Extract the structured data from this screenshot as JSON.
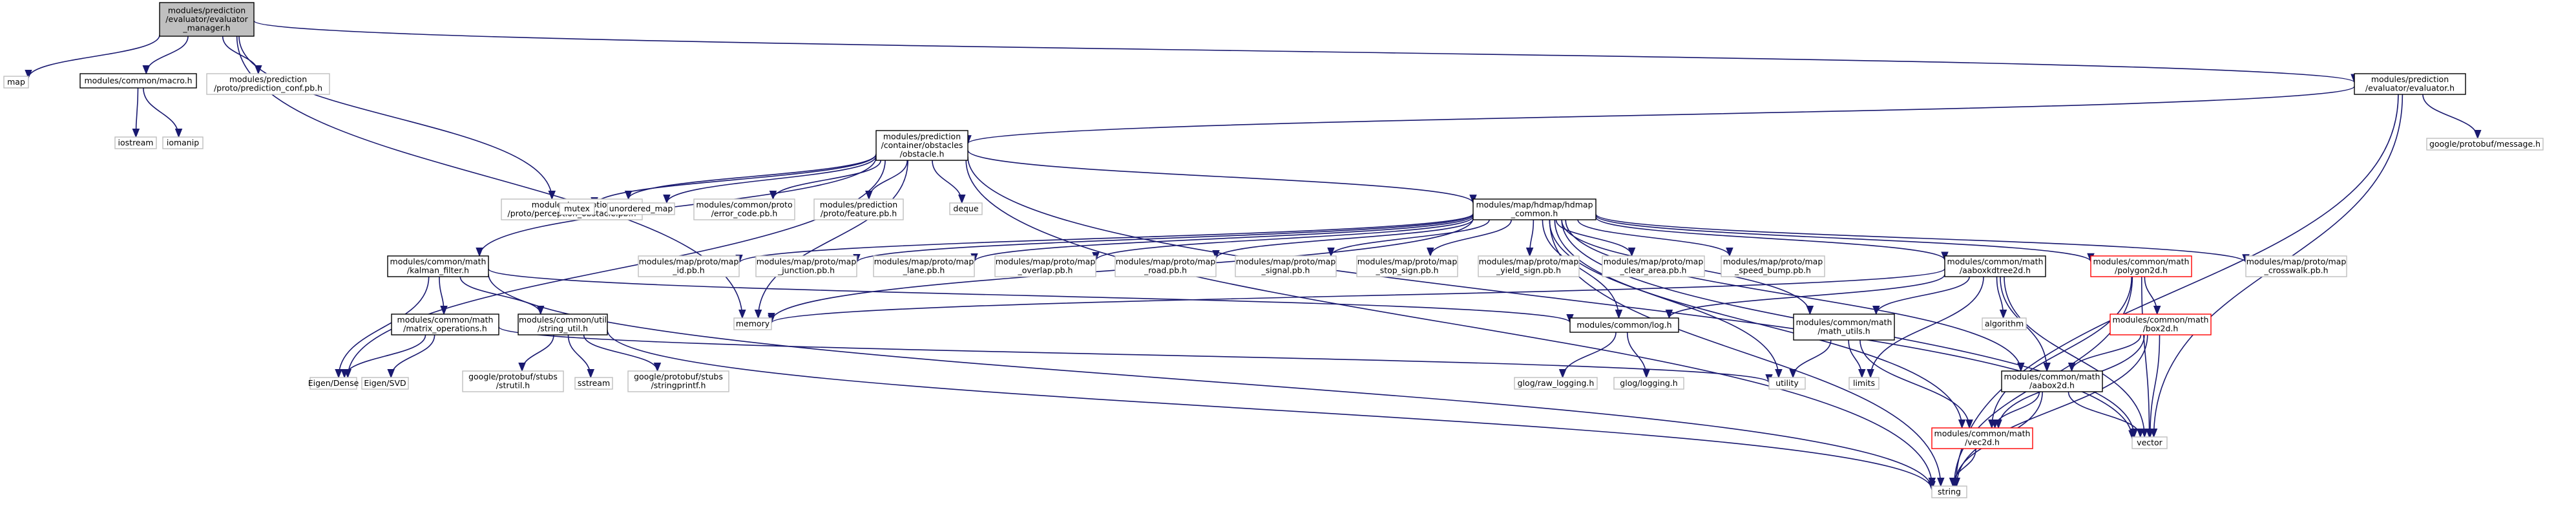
{
  "diagram": {
    "colors": {
      "root_fill": "#bfbfbf",
      "root_border": "#000000",
      "documented_border": "#000000",
      "undocumented_border": "#bfbfbf",
      "truncated_border": "#ff0000",
      "edge": "#191970",
      "text": "#000000"
    },
    "nodes": [
      {
        "id": "root",
        "kind": "root",
        "lines": [
          "modules/prediction",
          "/evaluator/evaluator",
          "_manager.h"
        ]
      },
      {
        "id": "map",
        "kind": "undocumented",
        "lines": [
          "map"
        ]
      },
      {
        "id": "macro",
        "kind": "documented",
        "lines": [
          "modules/common/macro.h"
        ]
      },
      {
        "id": "prediction_conf",
        "kind": "undocumented",
        "lines": [
          "modules/prediction",
          "/proto/prediction_conf.pb.h"
        ]
      },
      {
        "id": "evaluator",
        "kind": "documented",
        "lines": [
          "modules/prediction",
          "/evaluator/evaluator.h"
        ]
      },
      {
        "id": "iostream",
        "kind": "undocumented",
        "lines": [
          "iostream"
        ]
      },
      {
        "id": "iomanip",
        "kind": "undocumented",
        "lines": [
          "iomanip"
        ]
      },
      {
        "id": "obstacle",
        "kind": "documented",
        "lines": [
          "modules/prediction",
          "/container/obstacles",
          "/obstacle.h"
        ]
      },
      {
        "id": "message",
        "kind": "undocumented",
        "lines": [
          "google/protobuf/message.h"
        ]
      },
      {
        "id": "perception_obstacle",
        "kind": "undocumented",
        "lines": [
          "modules/perception",
          "/proto/perception_obstacle.pb.h"
        ]
      },
      {
        "id": "mutex",
        "kind": "undocumented",
        "lines": [
          "mutex"
        ]
      },
      {
        "id": "unordered_map",
        "kind": "undocumented",
        "lines": [
          "unordered_map"
        ]
      },
      {
        "id": "error_code",
        "kind": "undocumented",
        "lines": [
          "modules/common/proto",
          "/error_code.pb.h"
        ]
      },
      {
        "id": "feature",
        "kind": "undocumented",
        "lines": [
          "modules/prediction",
          "/proto/feature.pb.h"
        ]
      },
      {
        "id": "deque",
        "kind": "undocumented",
        "lines": [
          "deque"
        ]
      },
      {
        "id": "hdmap_common",
        "kind": "documented",
        "lines": [
          "modules/map/hdmap/hdmap",
          "_common.h"
        ]
      },
      {
        "id": "kalman",
        "kind": "documented",
        "lines": [
          "modules/common/math",
          "/kalman_filter.h"
        ]
      },
      {
        "id": "map_id",
        "kind": "undocumented",
        "lines": [
          "modules/map/proto/map",
          "_id.pb.h"
        ]
      },
      {
        "id": "map_junction",
        "kind": "undocumented",
        "lines": [
          "modules/map/proto/map",
          "_junction.pb.h"
        ]
      },
      {
        "id": "map_lane",
        "kind": "undocumented",
        "lines": [
          "modules/map/proto/map",
          "_lane.pb.h"
        ]
      },
      {
        "id": "map_overlap",
        "kind": "undocumented",
        "lines": [
          "modules/map/proto/map",
          "_overlap.pb.h"
        ]
      },
      {
        "id": "map_road",
        "kind": "undocumented",
        "lines": [
          "modules/map/proto/map",
          "_road.pb.h"
        ]
      },
      {
        "id": "map_signal",
        "kind": "undocumented",
        "lines": [
          "modules/map/proto/map",
          "_signal.pb.h"
        ]
      },
      {
        "id": "map_stop_sign",
        "kind": "undocumented",
        "lines": [
          "modules/map/proto/map",
          "_stop_sign.pb.h"
        ]
      },
      {
        "id": "map_yield_sign",
        "kind": "undocumented",
        "lines": [
          "modules/map/proto/map",
          "_yield_sign.pb.h"
        ]
      },
      {
        "id": "map_clear_area",
        "kind": "undocumented",
        "lines": [
          "modules/map/proto/map",
          "_clear_area.pb.h"
        ]
      },
      {
        "id": "map_speed_bump",
        "kind": "undocumented",
        "lines": [
          "modules/map/proto/map",
          "_speed_bump.pb.h"
        ]
      },
      {
        "id": "aaboxkdtree",
        "kind": "documented",
        "lines": [
          "modules/common/math",
          "/aaboxkdtree2d.h"
        ]
      },
      {
        "id": "polygon2d",
        "kind": "truncated",
        "lines": [
          "modules/common/math",
          "/polygon2d.h"
        ]
      },
      {
        "id": "map_crosswalk",
        "kind": "undocumented",
        "lines": [
          "modules/map/proto/map",
          "_crosswalk.pb.h"
        ]
      },
      {
        "id": "matrix_ops",
        "kind": "documented",
        "lines": [
          "modules/common/math",
          "/matrix_operations.h"
        ]
      },
      {
        "id": "string_util",
        "kind": "documented",
        "lines": [
          "modules/common/util",
          "/string_util.h"
        ]
      },
      {
        "id": "memory",
        "kind": "undocumented",
        "lines": [
          "memory"
        ]
      },
      {
        "id": "log",
        "kind": "documented",
        "lines": [
          "modules/common/log.h"
        ]
      },
      {
        "id": "math_utils",
        "kind": "documented",
        "lines": [
          "modules/common/math",
          "/math_utils.h"
        ]
      },
      {
        "id": "algorithm",
        "kind": "undocumented",
        "lines": [
          "algorithm"
        ]
      },
      {
        "id": "box2d",
        "kind": "truncated",
        "lines": [
          "modules/common/math",
          "/box2d.h"
        ]
      },
      {
        "id": "eigen_dense",
        "kind": "undocumented",
        "lines": [
          "Eigen/Dense"
        ]
      },
      {
        "id": "eigen_svd",
        "kind": "undocumented",
        "lines": [
          "Eigen/SVD"
        ]
      },
      {
        "id": "strutil",
        "kind": "undocumented",
        "lines": [
          "google/protobuf/stubs",
          "/strutil.h"
        ]
      },
      {
        "id": "sstream",
        "kind": "undocumented",
        "lines": [
          "sstream"
        ]
      },
      {
        "id": "stringprintf",
        "kind": "undocumented",
        "lines": [
          "google/protobuf/stubs",
          "/stringprintf.h"
        ]
      },
      {
        "id": "raw_logging",
        "kind": "undocumented",
        "lines": [
          "glog/raw_logging.h"
        ]
      },
      {
        "id": "glog_logging",
        "kind": "undocumented",
        "lines": [
          "glog/logging.h"
        ]
      },
      {
        "id": "utility",
        "kind": "undocumented",
        "lines": [
          "utility"
        ]
      },
      {
        "id": "limits",
        "kind": "undocumented",
        "lines": [
          "limits"
        ]
      },
      {
        "id": "aabox2d",
        "kind": "documented",
        "lines": [
          "modules/common/math",
          "/aabox2d.h"
        ]
      },
      {
        "id": "vector",
        "kind": "undocumented",
        "lines": [
          "vector"
        ]
      },
      {
        "id": "vec2d",
        "kind": "truncated",
        "lines": [
          "modules/common/math",
          "/vec2d.h"
        ]
      },
      {
        "id": "string",
        "kind": "undocumented",
        "lines": [
          "string"
        ]
      }
    ],
    "edges": [
      [
        "root",
        "map"
      ],
      [
        "root",
        "macro"
      ],
      [
        "root",
        "prediction_conf"
      ],
      [
        "root",
        "evaluator"
      ],
      [
        "root",
        "perception_obstacle"
      ],
      [
        "root",
        "memory"
      ],
      [
        "macro",
        "iostream"
      ],
      [
        "macro",
        "iomanip"
      ],
      [
        "evaluator",
        "obstacle"
      ],
      [
        "evaluator",
        "message"
      ],
      [
        "evaluator",
        "vector"
      ],
      [
        "evaluator",
        "string"
      ],
      [
        "obstacle",
        "perception_obstacle"
      ],
      [
        "obstacle",
        "mutex"
      ],
      [
        "obstacle",
        "unordered_map"
      ],
      [
        "obstacle",
        "error_code"
      ],
      [
        "obstacle",
        "feature"
      ],
      [
        "obstacle",
        "deque"
      ],
      [
        "obstacle",
        "hdmap_common"
      ],
      [
        "obstacle",
        "kalman"
      ],
      [
        "obstacle",
        "memory"
      ],
      [
        "obstacle",
        "eigen_dense"
      ],
      [
        "obstacle",
        "vector"
      ],
      [
        "obstacle",
        "string"
      ],
      [
        "hdmap_common",
        "map_id"
      ],
      [
        "hdmap_common",
        "map_junction"
      ],
      [
        "hdmap_common",
        "map_lane"
      ],
      [
        "hdmap_common",
        "map_overlap"
      ],
      [
        "hdmap_common",
        "map_road"
      ],
      [
        "hdmap_common",
        "map_signal"
      ],
      [
        "hdmap_common",
        "map_stop_sign"
      ],
      [
        "hdmap_common",
        "map_yield_sign"
      ],
      [
        "hdmap_common",
        "map_clear_area"
      ],
      [
        "hdmap_common",
        "map_speed_bump"
      ],
      [
        "hdmap_common",
        "aaboxkdtree"
      ],
      [
        "hdmap_common",
        "polygon2d"
      ],
      [
        "hdmap_common",
        "map_crosswalk"
      ],
      [
        "hdmap_common",
        "memory"
      ],
      [
        "hdmap_common",
        "log"
      ],
      [
        "hdmap_common",
        "math_utils"
      ],
      [
        "hdmap_common",
        "utility"
      ],
      [
        "hdmap_common",
        "aabox2d"
      ],
      [
        "hdmap_common",
        "vec2d"
      ],
      [
        "hdmap_common",
        "string"
      ],
      [
        "hdmap_common",
        "vector"
      ],
      [
        "kalman",
        "matrix_ops"
      ],
      [
        "kalman",
        "string_util"
      ],
      [
        "kalman",
        "eigen_dense"
      ],
      [
        "kalman",
        "log"
      ],
      [
        "kalman",
        "string"
      ],
      [
        "matrix_ops",
        "eigen_dense"
      ],
      [
        "matrix_ops",
        "eigen_svd"
      ],
      [
        "matrix_ops",
        "utility"
      ],
      [
        "string_util",
        "strutil"
      ],
      [
        "string_util",
        "sstream"
      ],
      [
        "string_util",
        "stringprintf"
      ],
      [
        "string_util",
        "string"
      ],
      [
        "log",
        "raw_logging"
      ],
      [
        "log",
        "glog_logging"
      ],
      [
        "aaboxkdtree",
        "memory"
      ],
      [
        "aaboxkdtree",
        "algorithm"
      ],
      [
        "aaboxkdtree",
        "limits"
      ],
      [
        "aaboxkdtree",
        "math_utils"
      ],
      [
        "aaboxkdtree",
        "aabox2d"
      ],
      [
        "aaboxkdtree",
        "log"
      ],
      [
        "aaboxkdtree",
        "vector"
      ],
      [
        "math_utils",
        "utility"
      ],
      [
        "math_utils",
        "limits"
      ],
      [
        "math_utils",
        "vec2d"
      ],
      [
        "polygon2d",
        "box2d"
      ],
      [
        "polygon2d",
        "vec2d"
      ],
      [
        "polygon2d",
        "vector"
      ],
      [
        "polygon2d",
        "string"
      ],
      [
        "box2d",
        "aabox2d"
      ],
      [
        "box2d",
        "vec2d"
      ],
      [
        "box2d",
        "vector"
      ],
      [
        "box2d",
        "string"
      ],
      [
        "aabox2d",
        "vec2d"
      ],
      [
        "aabox2d",
        "vector"
      ],
      [
        "aabox2d",
        "string"
      ],
      [
        "vec2d",
        "string"
      ]
    ]
  }
}
